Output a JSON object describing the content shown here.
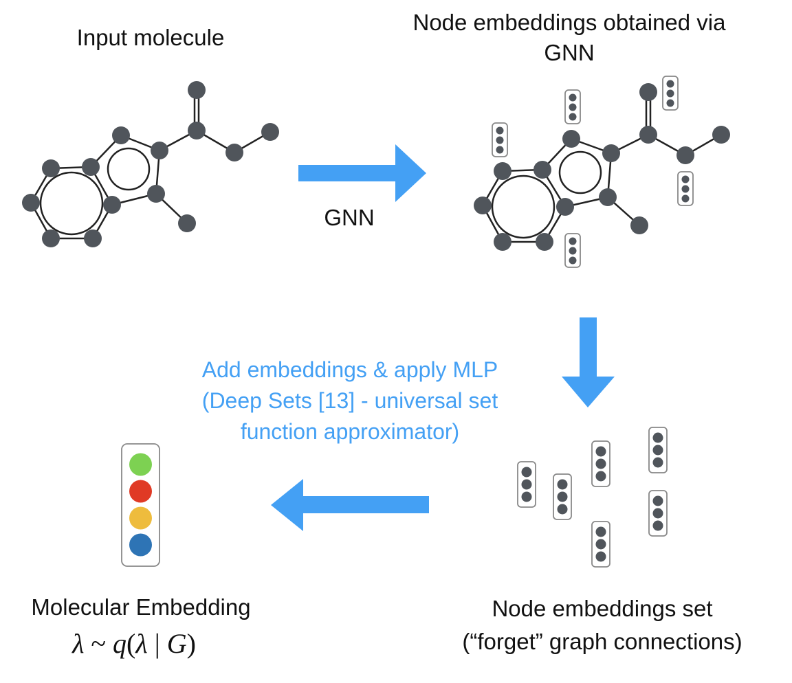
{
  "labels": {
    "input_molecule": "Input molecule",
    "node_embeddings_title_line1": "Node embeddings obtained via",
    "node_embeddings_title_line2": "GNN",
    "gnn_arrow_label": "GNN",
    "deep_sets_line1": "Add embeddings & apply MLP",
    "deep_sets_line2": "(Deep Sets [13] - universal set",
    "deep_sets_line3": "function approximator)",
    "node_set_line1": "Node embeddings set",
    "node_set_line2": "(“forget” graph connections)",
    "molecular_embedding": "Molecular Embedding",
    "formula": {
      "lambda": "λ",
      "sim": " ~ ",
      "q": "q",
      "open_paren": "(",
      "lambda2": "λ",
      "bar": " | ",
      "G": "G",
      "close_paren": ")"
    }
  },
  "colors": {
    "arrow": "#44a0f4",
    "blue_text": "#44a0f4",
    "atom": "#50555b",
    "embedding_dims": [
      "#7dd152",
      "#e03a25",
      "#eebc3d",
      "#2e74b5"
    ]
  },
  "molecular_embedding_dims": 4
}
